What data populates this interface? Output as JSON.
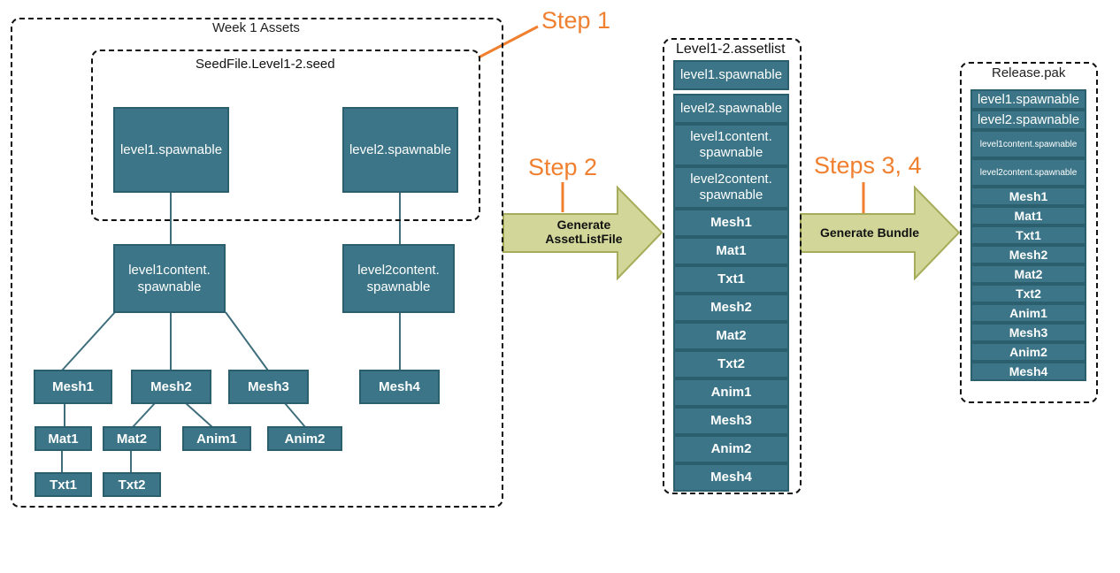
{
  "week_box": {
    "title": "Week 1 Assets"
  },
  "seed_box": {
    "title": "SeedFile.Level1-2.seed"
  },
  "tree": {
    "level1": "level1.spawnable",
    "level2": "level2.spawnable",
    "level1content": "level1content.\nspawnable",
    "level2content": "level2content.\nspawnable",
    "mesh1": "Mesh1",
    "mesh2": "Mesh2",
    "mesh3": "Mesh3",
    "mesh4": "Mesh4",
    "mat1": "Mat1",
    "mat2": "Mat2",
    "anim1": "Anim1",
    "anim2": "Anim2",
    "txt1": "Txt1",
    "txt2": "Txt2"
  },
  "steps": {
    "step1": "Step 1",
    "step2": "Step 2",
    "step34": "Steps 3, 4"
  },
  "arrows": {
    "generate_assetlist": "Generate\nAssetListFile",
    "generate_bundle": "Generate Bundle"
  },
  "assetlist": {
    "title": "Level1-2.assetlist",
    "items": [
      "level1.spawnable",
      "level2.spawnable",
      "level1content.\nspawnable",
      "level2content.\nspawnable",
      "Mesh1",
      "Mat1",
      "Txt1",
      "Mesh2",
      "Mat2",
      "Txt2",
      "Anim1",
      "Mesh3",
      "Anim2",
      "Mesh4"
    ]
  },
  "release": {
    "title": "Release.pak",
    "items": [
      "level1.spawnable",
      "level2.spawnable",
      "level1content.spawnable",
      "level2content.spawnable",
      "Mesh1",
      "Mat1",
      "Txt1",
      "Mesh2",
      "Mat2",
      "Txt2",
      "Anim1",
      "Mesh3",
      "Anim2",
      "Mesh4"
    ]
  },
  "colors": {
    "node_fill": "#3b7587",
    "node_border": "#2b5f6e",
    "arrow_fill": "#d2d699",
    "arrow_stroke": "#a7ac5a",
    "step_color": "#f08030"
  }
}
